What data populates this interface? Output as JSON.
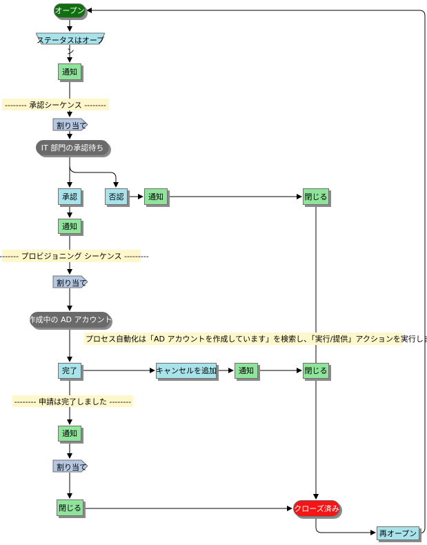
{
  "nodes": {
    "open": "オープン",
    "status_open": "ステータスはオープン",
    "notify1": "通知",
    "assign1": "割り当て",
    "wait_approval": "IT 部門の承認待ち",
    "approve": "承認",
    "reject": "否認",
    "notify_reject": "通知",
    "close_reject": "閉じる",
    "notify2": "通知",
    "assign2": "割り当て",
    "creating_ad": "作成中の AD アカウント",
    "complete": "完了",
    "add_cancel": "キャンセルを追加",
    "notify_cancel": "通知",
    "close_cancel": "閉じる",
    "notify3": "通知",
    "assign3": "割り当て",
    "close_final": "閉じる",
    "closed": "クローズ済み",
    "reopen": "再オープン"
  },
  "banners": {
    "approval_sequence": "-------- 承認シーケンス --------",
    "provisioning_sequence": "--------- プロビジョニング シーケンス ---------",
    "request_completed": "-------- 申請は完了しました --------"
  },
  "note": "プロセス自動化は「AD アカウントを作成しています」を検索し、「実行/提供」アクションを実行します。",
  "colors": {
    "action_node": "#8fe39a",
    "decision_node": "#a8e3ec",
    "start_node": "#107010",
    "state_node": "#6a6a6a",
    "end_node": "#f41616",
    "banner": "#fff7cc"
  }
}
